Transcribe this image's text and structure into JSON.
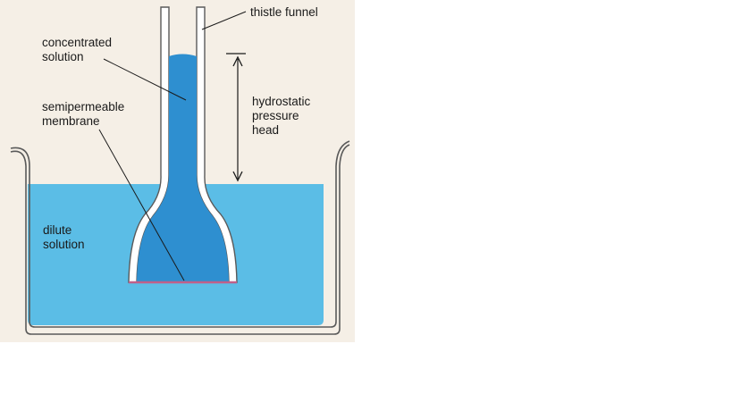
{
  "labels": {
    "thistle_funnel": "thistle funnel",
    "concentrated_solution": [
      "concentrated",
      "solution"
    ],
    "semipermeable_membrane": [
      "semipermeable",
      "membrane"
    ],
    "hydrostatic_pressure_head": [
      "hydrostatic",
      "pressure",
      "head"
    ],
    "dilute_solution": [
      "dilute",
      "solution"
    ]
  },
  "colors": {
    "background_panel": "#f5efe6",
    "dilute_water": "#5bbde6",
    "concentrated_solution": "#2e8fd0",
    "glass_outline": "#5a5a5a",
    "membrane": "#c0608a",
    "text": "#1a1a1a"
  }
}
